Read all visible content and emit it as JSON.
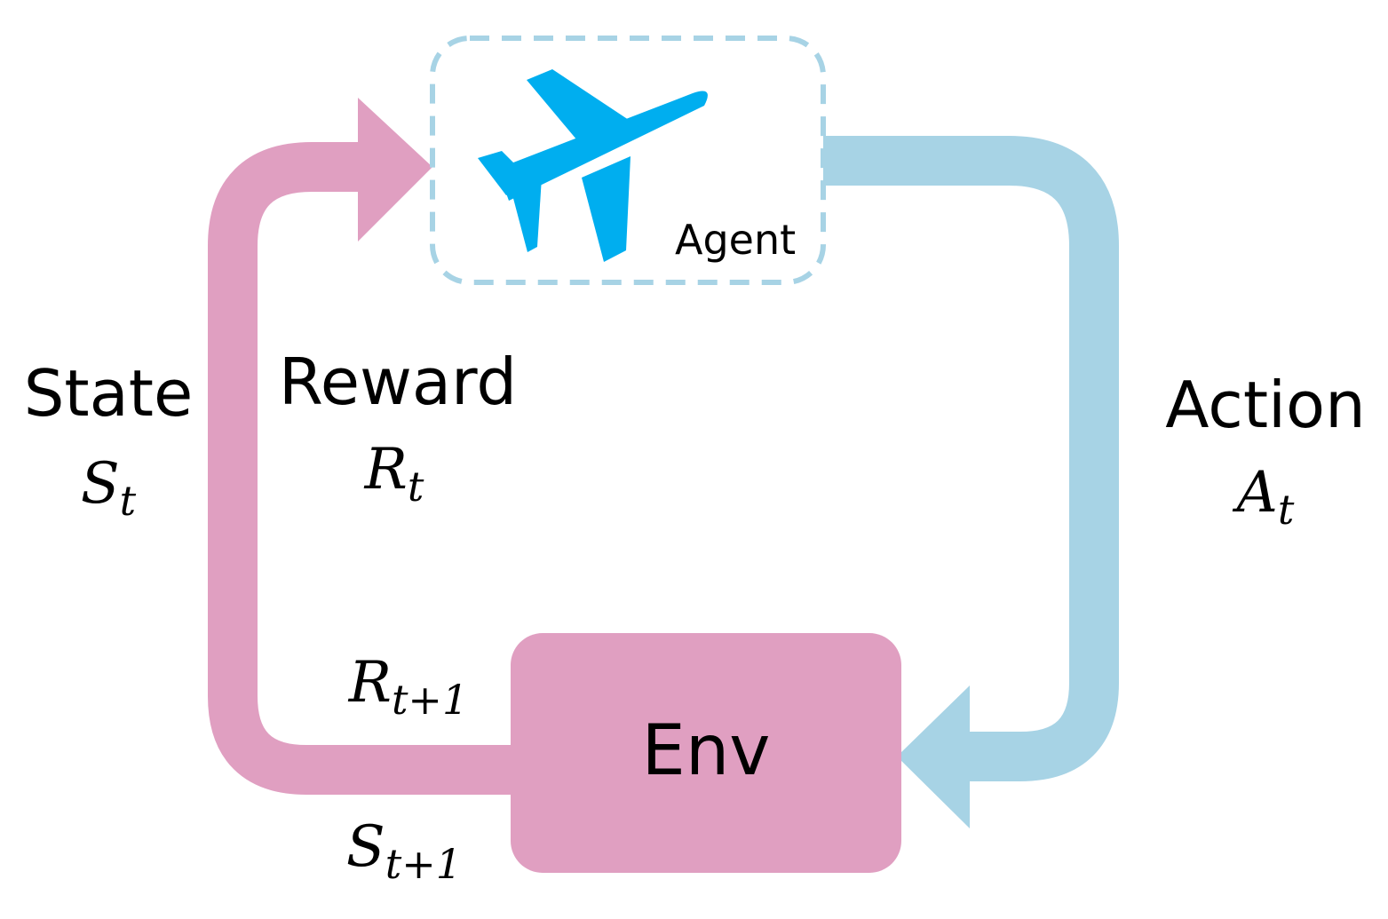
{
  "colors": {
    "pink": "#e09fc1",
    "blue": "#a7d3e5",
    "plane": "#00aeef",
    "dashed_border": "#a7d3e5",
    "text": "#000000"
  },
  "agent": {
    "icon": "airplane-icon",
    "label": "Agent"
  },
  "environment": {
    "label": "Env"
  },
  "state": {
    "word": "State",
    "symbol": "S",
    "subscript": "t"
  },
  "reward": {
    "word": "Reward",
    "symbol": "R",
    "subscript": "t"
  },
  "action": {
    "word": "Action",
    "symbol": "A",
    "subscript": "t"
  },
  "next_reward": {
    "symbol": "R",
    "subscript": "t+1"
  },
  "next_state": {
    "symbol": "S",
    "subscript": "t+1"
  }
}
